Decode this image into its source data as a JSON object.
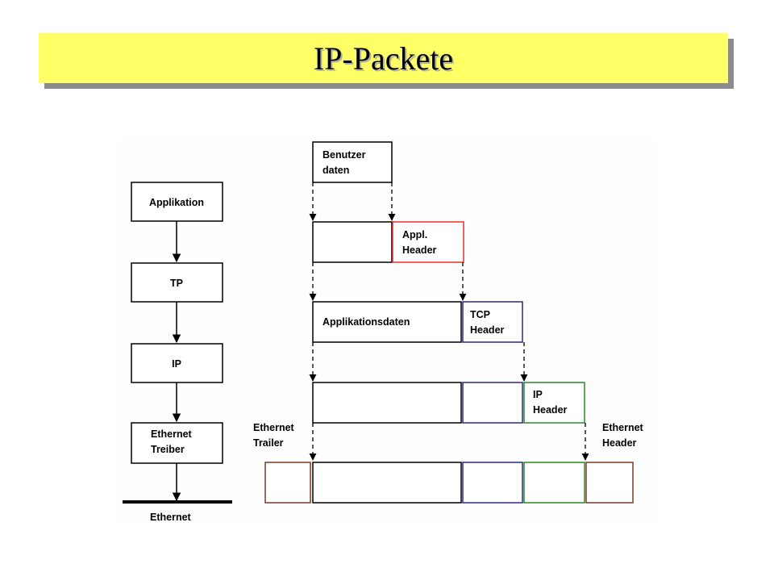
{
  "title": "IP-Packete",
  "stack": {
    "applikation": "Applikation",
    "tp": "TP",
    "ip": "IP",
    "treiber_line1": "Ethernet",
    "treiber_line2": "Treiber",
    "medium": "Ethernet"
  },
  "packets": {
    "benutzer_line1": "Benutzer",
    "benutzer_line2": "daten",
    "appl_header_line1": "Appl.",
    "appl_header_line2": "Header",
    "applikationsdaten": "Applikationsdaten",
    "tcp_header_line1": "TCP",
    "tcp_header_line2": "Header",
    "ip_header_line1": "IP",
    "ip_header_line2": "Header",
    "eth_trailer_line1": "Ethernet",
    "eth_trailer_line2": "Trailer",
    "eth_header_line1": "Ethernet",
    "eth_header_line2": "Header"
  },
  "colors": {
    "title_bg": "#ffff66",
    "appl_header": "#e8302e",
    "tcp_header": "#2a2a8c",
    "ip_header": "#2a8a2a",
    "ethernet": "#7a3a2a"
  }
}
